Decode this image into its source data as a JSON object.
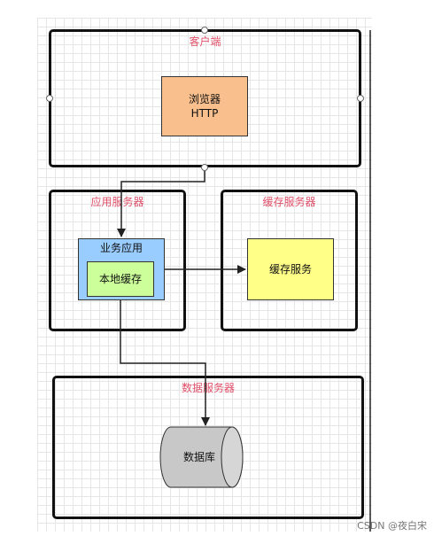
{
  "client": {
    "label": "客户端",
    "browser_line1": "浏览器",
    "browser_line2": "HTTP"
  },
  "app_server": {
    "label": "应用服务器",
    "business_label": "业务应用",
    "local_cache_label": "本地缓存"
  },
  "cache_server": {
    "label": "缓存服务器",
    "cache_service_label": "缓存服务"
  },
  "db_server": {
    "label": "数据服务器",
    "database_label": "数据库"
  },
  "watermark": "CSDN @夜白宋",
  "colors": {
    "browser": "#f9c08e",
    "business": "#99ccff",
    "local_cache": "#ccff99",
    "cache_service": "#ffff88",
    "database": "#c8c8c8",
    "frame_label": "#e0506a"
  }
}
